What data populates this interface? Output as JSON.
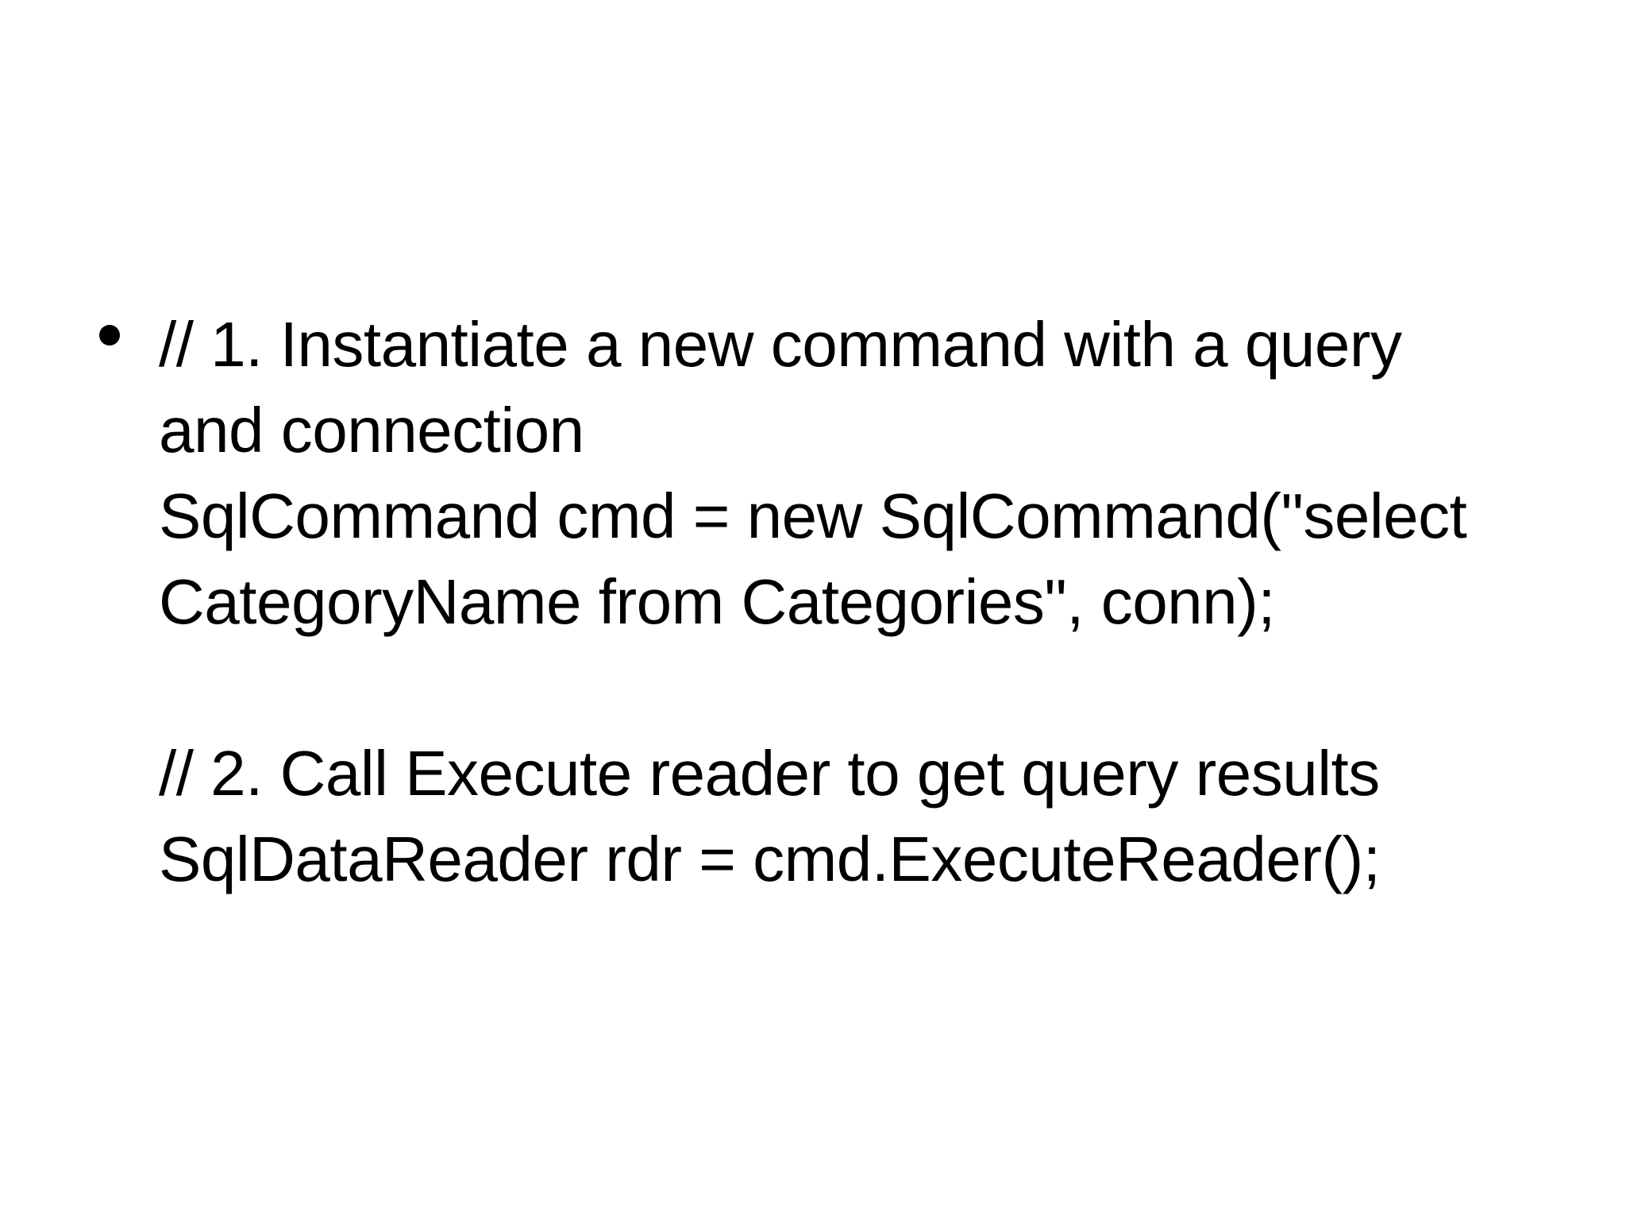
{
  "slide": {
    "background_color": "#ffffff",
    "text_color": "#000000",
    "bullet": {
      "marker": "•",
      "lines": [
        "// 1. Instantiate a new command with a query",
        "and connection",
        "SqlCommand cmd = new SqlCommand(\"select",
        "CategoryName from Categories\", conn);",
        "",
        "// 2. Call Execute reader to get query results",
        "SqlDataReader rdr = cmd.ExecuteReader();"
      ]
    }
  }
}
